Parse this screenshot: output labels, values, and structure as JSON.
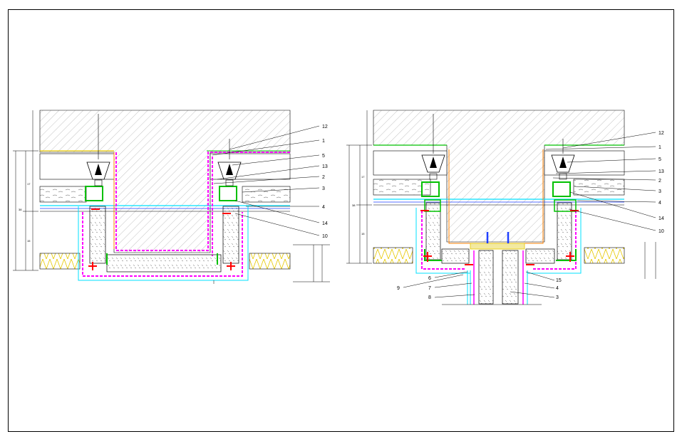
{
  "colors": {
    "magenta": "#ff00ff",
    "green": "#00c000",
    "cyan": "#00e0ff",
    "yellow": "#e6c800",
    "orange": "#ff8000",
    "red": "#ff0000",
    "blue": "#2040ff",
    "hatch": "#9a9a9a",
    "line": "#000000"
  },
  "left_detail": {
    "callouts": [
      "12",
      "1",
      "5",
      "13",
      "2",
      "3",
      "4",
      "14",
      "10"
    ]
  },
  "right_detail": {
    "callouts_right": [
      "12",
      "1",
      "5",
      "13",
      "2",
      "3",
      "4",
      "14",
      "10"
    ],
    "callouts_bottom": [
      "15",
      "4",
      "3"
    ],
    "callouts_left": [
      "6",
      "9",
      "7",
      "8"
    ]
  }
}
